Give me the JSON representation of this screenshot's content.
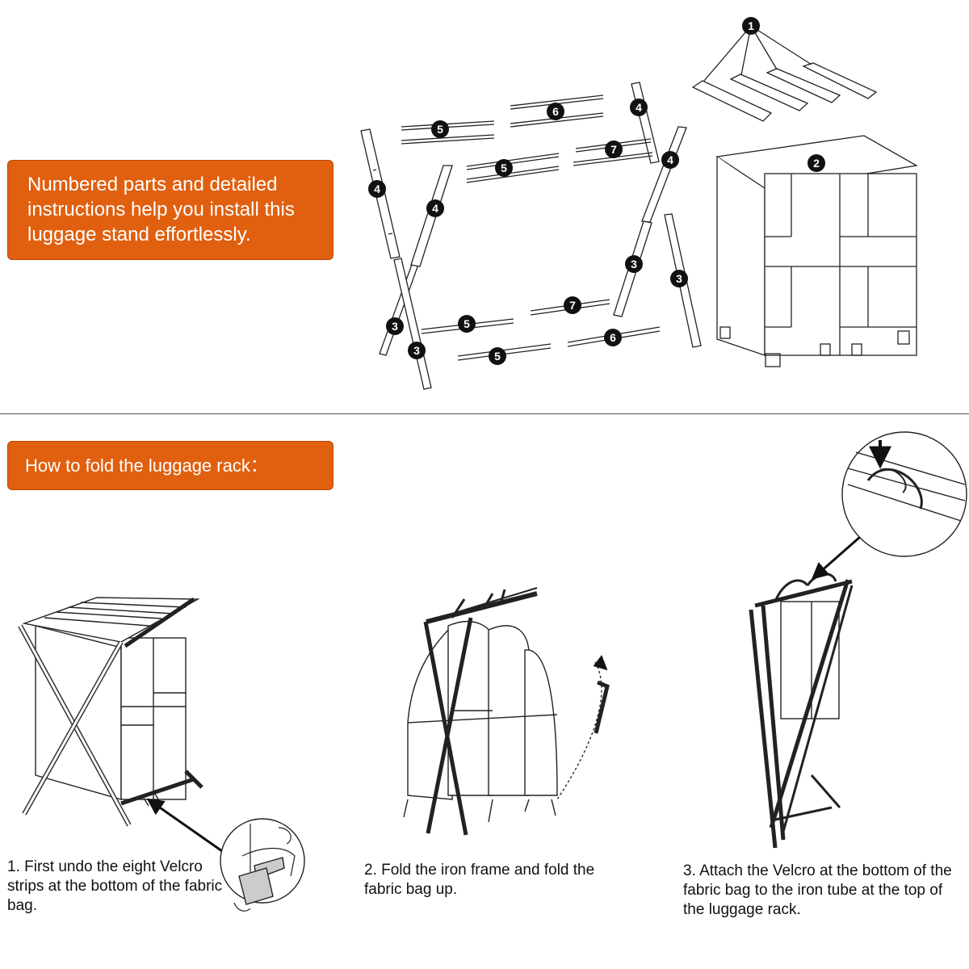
{
  "intro": {
    "banner_text": "Numbered parts and detailed instructions help you install this luggage stand effortlessly."
  },
  "fold_section": {
    "banner_text": "How to fold the luggage rack："
  },
  "steps": [
    {
      "text": "1. First undo the eight Velcro strips at the bottom of the fabric bag."
    },
    {
      "text": "2. Fold the iron frame and fold the fabric bag up."
    },
    {
      "text": "3. Attach the Velcro at the bottom of the fabric bag to the iron tube at the top of the luggage rack."
    }
  ],
  "parts": {
    "labels": [
      "1",
      "2",
      "3",
      "4",
      "5",
      "6",
      "7"
    ]
  },
  "colors": {
    "banner": "#e06010",
    "badge": "#111111"
  }
}
